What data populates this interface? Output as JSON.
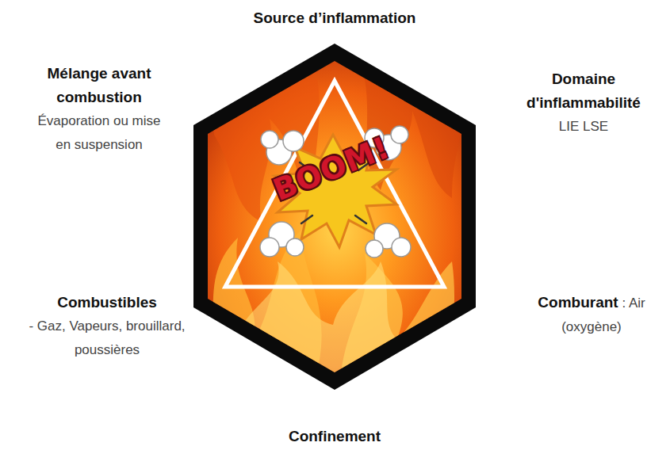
{
  "diagram": {
    "labels": [
      "Source d’inflammation",
      "Mélange avant combustion",
      "Évaporation ou mise en suspension",
      "Domaine d'inflammabilité",
      "LIE LSE",
      "BOOM!",
      "Combustibles",
      "- Gaz, Vapeurs, brouillard, poussières",
      "Comburant",
      ": Air (oxygène)",
      "Confinement"
    ]
  }
}
